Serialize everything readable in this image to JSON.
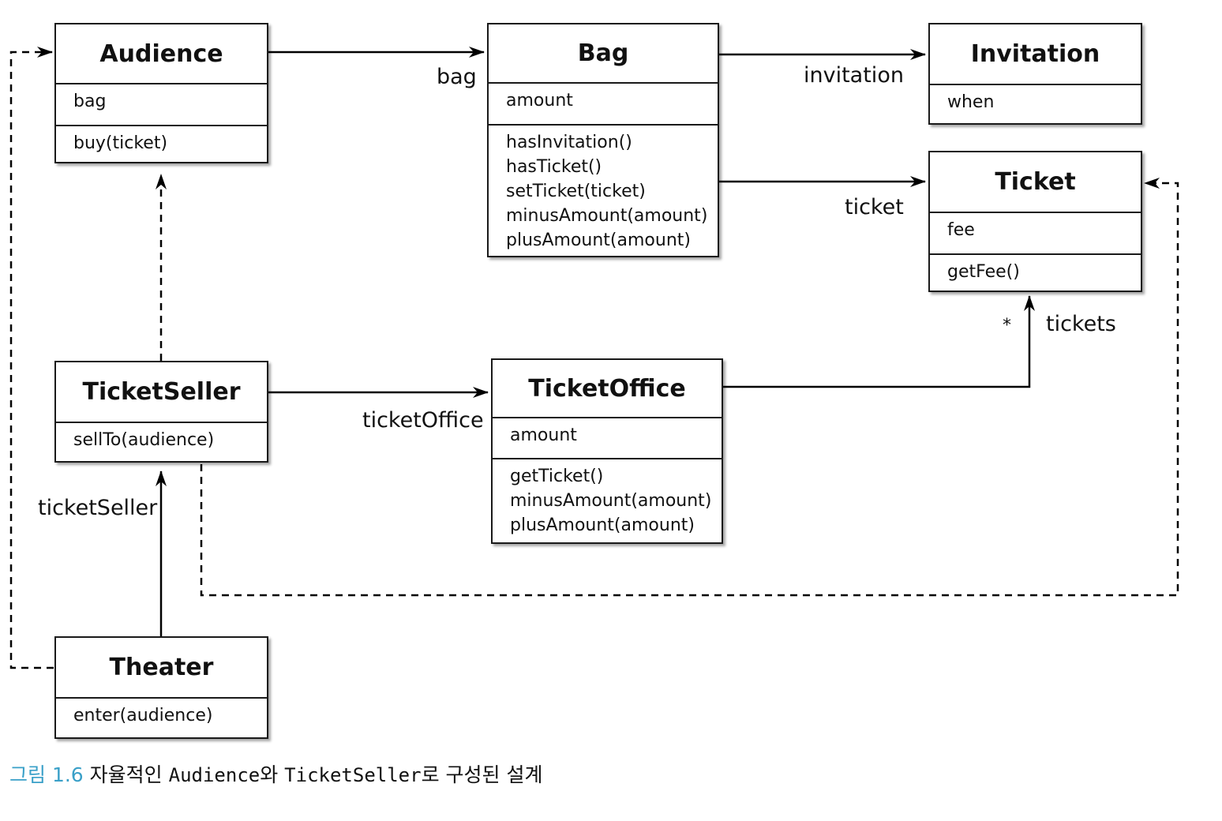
{
  "classes": {
    "audience": {
      "name": "Audience",
      "attrs": [
        "bag"
      ],
      "methods": [
        "buy(ticket)"
      ]
    },
    "bag": {
      "name": "Bag",
      "attrs": [
        "amount"
      ],
      "methods": [
        "hasInvitation()",
        "hasTicket()",
        "setTicket(ticket)",
        "minusAmount(amount)",
        "plusAmount(amount)"
      ]
    },
    "invitation": {
      "name": "Invitation",
      "attrs": [
        "when"
      ]
    },
    "ticket": {
      "name": "Ticket",
      "attrs": [
        "fee"
      ],
      "methods": [
        "getFee()"
      ]
    },
    "ticketseller": {
      "name": "TicketSeller",
      "methods": [
        "sellTo(audience)"
      ]
    },
    "ticketoffice": {
      "name": "TicketOffice",
      "attrs": [
        "amount"
      ],
      "methods": [
        "getTicket()",
        "minusAmount(amount)",
        "plusAmount(amount)"
      ]
    },
    "theater": {
      "name": "Theater",
      "methods": [
        "enter(audience)"
      ]
    }
  },
  "edges": {
    "audience_bag": "bag",
    "bag_invitation": "invitation",
    "bag_ticket": "ticket",
    "ticketseller_ticketoffice": "ticketOffice",
    "ticketoffice_ticket": "tickets",
    "ticketoffice_ticket_multiplicity": "*",
    "theater_ticketseller": "ticketSeller"
  },
  "caption": {
    "figure_no": "그림 1.6",
    "part1": " 자율적인 ",
    "code1": "Audience",
    "part2": "와 ",
    "code2": "TicketSeller",
    "part3": "로 구성된 설계"
  },
  "colors": {
    "line": "#000000",
    "caption_accent": "#3aa0c8"
  }
}
